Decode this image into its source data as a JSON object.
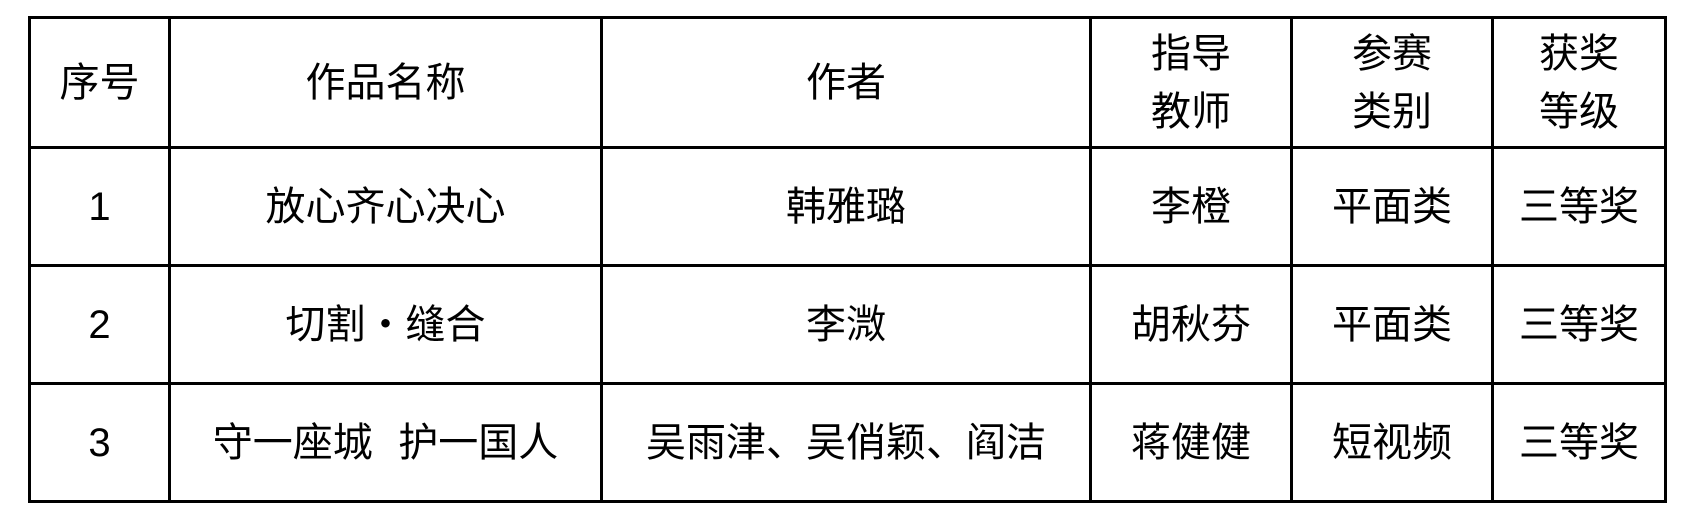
{
  "table": {
    "headers": {
      "index": "序号",
      "title": "作品名称",
      "author": "作者",
      "advisor_line1": "指导",
      "advisor_line2": "教师",
      "category_line1": "参赛",
      "category_line2": "类别",
      "award_line1": "获奖",
      "award_line2": "等级"
    },
    "rows": [
      {
        "index": "1",
        "title": "放心齐心决心",
        "author": "韩雅璐",
        "advisor": "李橙",
        "category": "平面类",
        "award": "三等奖"
      },
      {
        "index": "2",
        "title": "切割・缝合",
        "author": "李溦",
        "advisor": "胡秋芬",
        "category": "平面类",
        "award": "三等奖"
      },
      {
        "index": "3",
        "title": "守一座城  护一国人",
        "author": "吴雨津、吴俏颖、阎洁",
        "advisor": "蒋健健",
        "category": "短视频",
        "award": "三等奖"
      }
    ]
  }
}
